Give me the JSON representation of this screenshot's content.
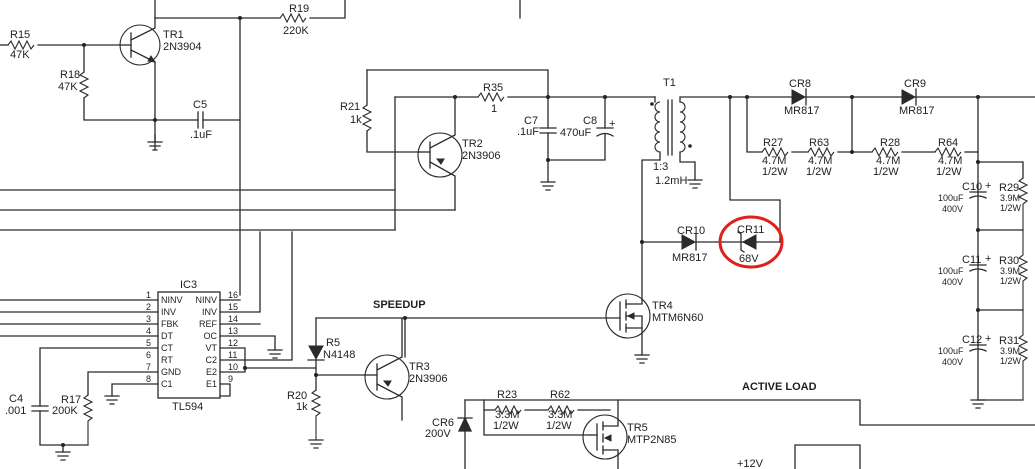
{
  "colors": {
    "ink": "#2a2a2a",
    "highlight": "#e0201b",
    "paper": "#ffffff"
  },
  "labels": {
    "R15": "R15",
    "R15_val": "47K",
    "TR1": "TR1",
    "TR1_type": "2N3904",
    "R19": "R19",
    "R19_val": "220K",
    "R18": "R18",
    "R18_val": "47K",
    "C5": "C5",
    "C5_val": ".1uF",
    "R21": "R21",
    "R21_val": "1k",
    "R35": "R35",
    "R35_val": "1",
    "TR2": "TR2",
    "TR2_type": "2N3906",
    "C7": "C7",
    "C7_val": ".1uF",
    "C8": "C8",
    "C8_val": "470uF",
    "C8_pol": "+",
    "T1": "T1",
    "T1_ratio": "1:3",
    "T1_ind": "1.2mH",
    "CR8": "CR8",
    "CR8_type": "MR817",
    "CR9": "CR9",
    "CR9_type": "MR817",
    "R27": "R27",
    "R27_v1": "4.7M",
    "R27_v2": "1/2W",
    "R63": "R63",
    "R63_v1": "4.7M",
    "R63_v2": "1/2W",
    "R28": "R28",
    "R28_v1": "4.7M",
    "R28_v2": "1/2W",
    "R64": "R64",
    "R64_v1": "4.7M",
    "R64_v2": "1/2W",
    "C10": "C10",
    "C10_v1": "100uF",
    "C10_v2": "400V",
    "R29": "R29",
    "R29_v1": "3.9M",
    "R29_v2": "1/2W",
    "C11": "C11",
    "C11_v1": "100uF",
    "C11_v2": "400V",
    "R30": "R30",
    "R30_v1": "3.9M",
    "R30_v2": "1/2W",
    "C12": "C12",
    "C12_v1": "100uF",
    "C12_v2": "400V",
    "R31": "R31",
    "R31_v1": "3.9M",
    "R31_v2": "1/2W",
    "plus": "+",
    "CR10": "CR10",
    "CR10_type": "MR817",
    "CR11": "CR11",
    "CR11_val": "68V",
    "TR4": "TR4",
    "TR4_type": "MTM6N60",
    "IC3": "IC3",
    "IC3_type": "TL594",
    "speedup": "SPEEDUP",
    "R5": "R5",
    "R5_type": "N4148",
    "TR3": "TR3",
    "TR3_type": "2N3906",
    "R20": "R20",
    "R20_val": "1k",
    "C4": "C4",
    "C4_val": ".001",
    "R17": "R17",
    "R17_val": "200K",
    "active_load": "ACTIVE LOAD",
    "R23": "R23",
    "R23_v1": "3.3M",
    "R23_v2": "1/2W",
    "R62": "R62",
    "R62_v1": "3.3M",
    "R62_v2": "1/2W",
    "CR6": "CR6",
    "CR6_val": "200V",
    "TR5": "TR5",
    "TR5_type": "MTP2N85",
    "plus12v": "+12V"
  },
  "ic_pins_left": [
    {
      "name": "NINV",
      "num": "1"
    },
    {
      "name": "INV",
      "num": "2"
    },
    {
      "name": "FBK",
      "num": "3"
    },
    {
      "name": "DT",
      "num": "4"
    },
    {
      "name": "CT",
      "num": "5"
    },
    {
      "name": "RT",
      "num": "6"
    },
    {
      "name": "GND",
      "num": "7"
    },
    {
      "name": "C1",
      "num": "8"
    }
  ],
  "ic_pins_right": [
    {
      "name": "NINV",
      "num": "16"
    },
    {
      "name": "INV",
      "num": "15"
    },
    {
      "name": "REF",
      "num": "14"
    },
    {
      "name": "OC",
      "num": "13"
    },
    {
      "name": "VT",
      "num": "12"
    },
    {
      "name": "C2",
      "num": "11"
    },
    {
      "name": "E2",
      "num": "10"
    },
    {
      "name": "E1",
      "num": "9"
    }
  ]
}
